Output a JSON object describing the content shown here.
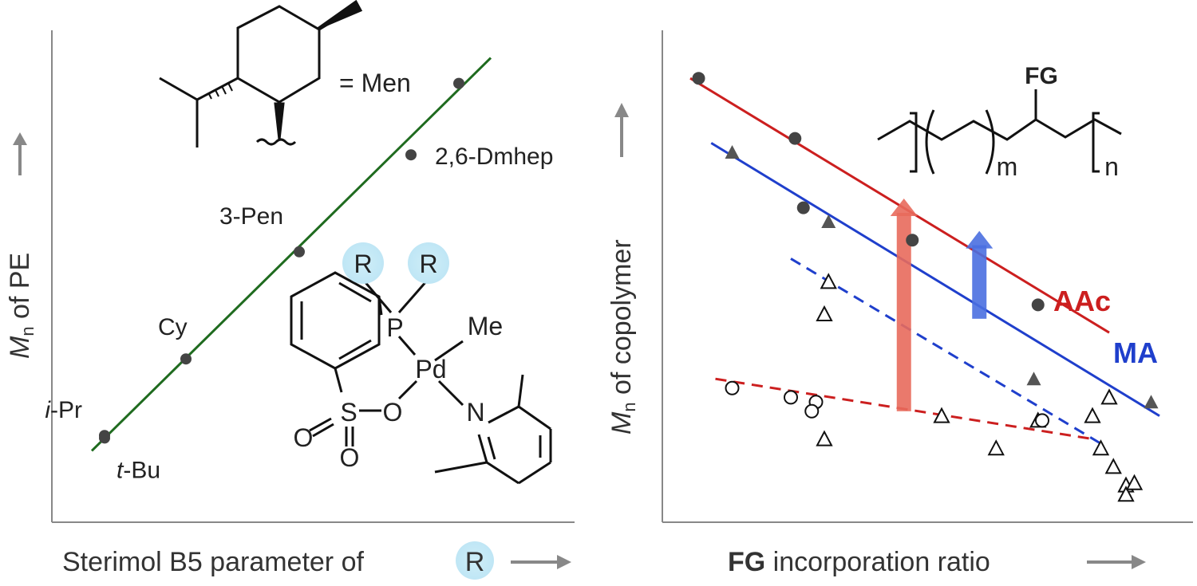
{
  "chart_data": [
    {
      "type": "scatter",
      "xlabel": "Sterimol B5 parameter of",
      "xlabel_highlight": "R",
      "ylabel_italic": "M",
      "ylabel_sub": "n",
      "ylabel_rest": " of PE",
      "grid": false,
      "series": [
        {
          "points": [
            {
              "label": "i-Pr",
              "x": 0.36,
              "y": 0.17
            },
            {
              "label": "t-Bu",
              "x": 0.36,
              "y": 0.165
            },
            {
              "label": "Cy",
              "x": 1.38,
              "y": 0.32
            },
            {
              "label": "3-Pen",
              "x": 2.8,
              "y": 0.53
            },
            {
              "label": "2,6-Dmhep",
              "x": 4.2,
              "y": 0.72
            },
            {
              "label": "Men",
              "x": 4.8,
              "y": 0.86
            }
          ],
          "fit": [
            [
              0.2,
              0.14
            ],
            [
              5.2,
              0.91
            ]
          ]
        }
      ],
      "annotations": {
        "men_label": "= Men",
        "catalyst": {
          "R": "R",
          "P": "P",
          "Pd": "Pd",
          "Me": "Me",
          "N": "N",
          "S": "S",
          "O": "O"
        }
      }
    },
    {
      "type": "scatter",
      "xlabel_bold": "FG",
      "xlabel_rest": " incorporation ratio",
      "ylabel_italic": "M",
      "ylabel_sub": "n",
      "ylabel_rest": " of copolymer",
      "grid": false,
      "series": [
        {
          "name": "AAc",
          "color": "#cc1f1f",
          "marker": "filled-circle",
          "points": [
            [
              0.02,
              0.96
            ],
            [
              0.25,
              0.83
            ],
            [
              0.27,
              0.68
            ],
            [
              0.53,
              0.61
            ],
            [
              0.83,
              0.47
            ]
          ],
          "fit": [
            [
              0.0,
              0.96
            ],
            [
              1.0,
              0.41
            ]
          ]
        },
        {
          "name": "MA",
          "color": "#1f3fcc",
          "marker": "filled-triangle",
          "points": [
            [
              0.1,
              0.8
            ],
            [
              0.33,
              0.65
            ],
            [
              0.82,
              0.31
            ],
            [
              1.1,
              0.26
            ]
          ],
          "fit": [
            [
              0.05,
              0.82
            ],
            [
              1.12,
              0.23
            ]
          ]
        },
        {
          "color": "#1f3fcc",
          "marker": "open-triangle",
          "dashed": true,
          "points": [
            [
              0.33,
              0.52
            ],
            [
              0.32,
              0.45
            ],
            [
              0.32,
              0.18
            ],
            [
              0.6,
              0.23
            ],
            [
              0.73,
              0.16
            ],
            [
              0.83,
              0.22
            ],
            [
              0.96,
              0.23
            ],
            [
              0.98,
              0.16
            ],
            [
              1.01,
              0.12
            ],
            [
              1.04,
              0.08
            ],
            [
              1.04,
              0.06
            ],
            [
              1.06,
              0.085
            ],
            [
              1.0,
              0.27
            ]
          ],
          "fit": [
            [
              0.24,
              0.57
            ],
            [
              0.98,
              0.17
            ]
          ]
        },
        {
          "color": "#cc1f1f",
          "marker": "open-circle",
          "dashed": true,
          "points": [
            [
              0.1,
              0.29
            ],
            [
              0.24,
              0.27
            ],
            [
              0.3,
              0.26
            ],
            [
              0.29,
              0.24
            ],
            [
              0.84,
              0.22
            ]
          ],
          "fit": [
            [
              0.06,
              0.31
            ],
            [
              0.96,
              0.18
            ]
          ]
        }
      ],
      "arrows": [
        {
          "from": [
            0.51,
            0.24
          ],
          "to": [
            0.51,
            0.7
          ],
          "color": "#e86a5c"
        },
        {
          "from": [
            0.69,
            0.44
          ],
          "to": [
            0.69,
            0.63
          ],
          "color": "#4a6fe0"
        }
      ],
      "annotations": {
        "polymer": {
          "FG": "FG",
          "m": "m",
          "n": "n"
        }
      }
    }
  ]
}
